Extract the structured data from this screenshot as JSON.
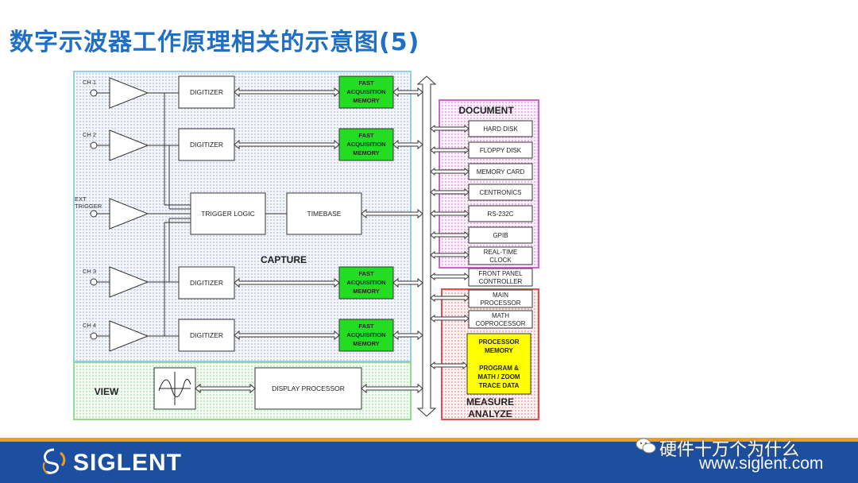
{
  "title": "数字示波器工作原理相关的示意图(5)",
  "inputs": {
    "ch1": "CH 1",
    "ch2": "CH 2",
    "ext1": "EXT",
    "ext2": "TRIGGER",
    "ch3": "CH 3",
    "ch4": "CH 4"
  },
  "blocks": {
    "digitizer": "DIGITIZER",
    "fam1": "FAST",
    "fam2": "ACQUISITION",
    "fam3": "MEMORY",
    "trigger_logic": "TRIGGER LOGIC",
    "timebase": "TIMEBASE",
    "capture": "CAPTURE",
    "view": "VIEW",
    "display_processor": "DISPLAY PROCESSOR"
  },
  "document": {
    "title": "DOCUMENT",
    "hard_disk": "HARD DISK",
    "floppy_disk": "FLOPPY DISK",
    "memory_card": "MEMORY CARD",
    "centronics": "CENTRONICS",
    "rs232c": "RS-232C",
    "gpib": "GPIB",
    "rtc1": "REAL-TIME",
    "rtc2": "CLOCK"
  },
  "control": {
    "fpc1": "FRONT PANEL",
    "fpc2": "CONTROLLER",
    "mp1": "MAIN",
    "mp2": "PROCESSOR",
    "mc1": "MATH",
    "mc2": "COPROCESSOR"
  },
  "measure": {
    "pm1": "PROCESSOR",
    "pm2": "MEMORY",
    "pm3": "PROGRAM &",
    "pm4": "MATH / ZOOM",
    "pm5": "TRACE DATA",
    "title1": "MEASURE",
    "title2": "ANALYZE"
  },
  "footer": {
    "logo": "SIGLENT",
    "url": "www.siglent.com",
    "watermark": "硬件十万个为什么"
  },
  "colors": {
    "title": "#1f6fc6",
    "fast_memory": "#22dd22",
    "processor_memory": "#ffff00",
    "footer": "#1c4fa0",
    "footer_accent": "#f39c1a",
    "capture_border": "#8fd0e8",
    "view_border": "#8fdc8f",
    "document_border": "#cc66cc",
    "measure_border": "#e05050"
  },
  "icons": [
    "siglent-logo-icon",
    "wechat-icon",
    "waveform-icon"
  ]
}
